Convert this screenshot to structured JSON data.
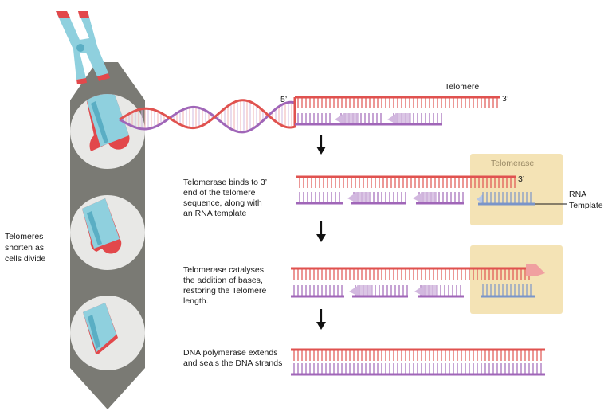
{
  "side_label": [
    "Telomeres",
    "shorten as",
    "cells divide"
  ],
  "top": {
    "telomere_label": "Telomere",
    "five_prime": "5’",
    "three_prime": "3’"
  },
  "steps": [
    {
      "text": [
        "Telomerase binds to 3’",
        "end of the telomere",
        "sequence, along with",
        "an RNA template"
      ]
    },
    {
      "text": [
        "Telomerase catalyses",
        "the addition of bases,",
        "restoring the Telomere",
        "length."
      ]
    },
    {
      "text": [
        "DNA polymerase extends",
        "and seals the DNA strands"
      ]
    }
  ],
  "step1_three_prime": "3’",
  "enzyme_label": "Telomerase",
  "rna_template_label": [
    "RNA",
    "Template"
  ],
  "colors": {
    "red_strand": "#e0524f",
    "purple_strand": "#a066b8",
    "pale_purple": "#d2b8df",
    "blue_template": "#7a95c9",
    "telomerase_box": "#f4e3b5",
    "chromatid_blue": "#8fd0de",
    "chromatid_blue_dark": "#5aaec4",
    "cap_red": "#e2484b",
    "cell_grey": "#7a7a74",
    "cell_circle": "#e8e8e6",
    "arrow": "#111111"
  }
}
